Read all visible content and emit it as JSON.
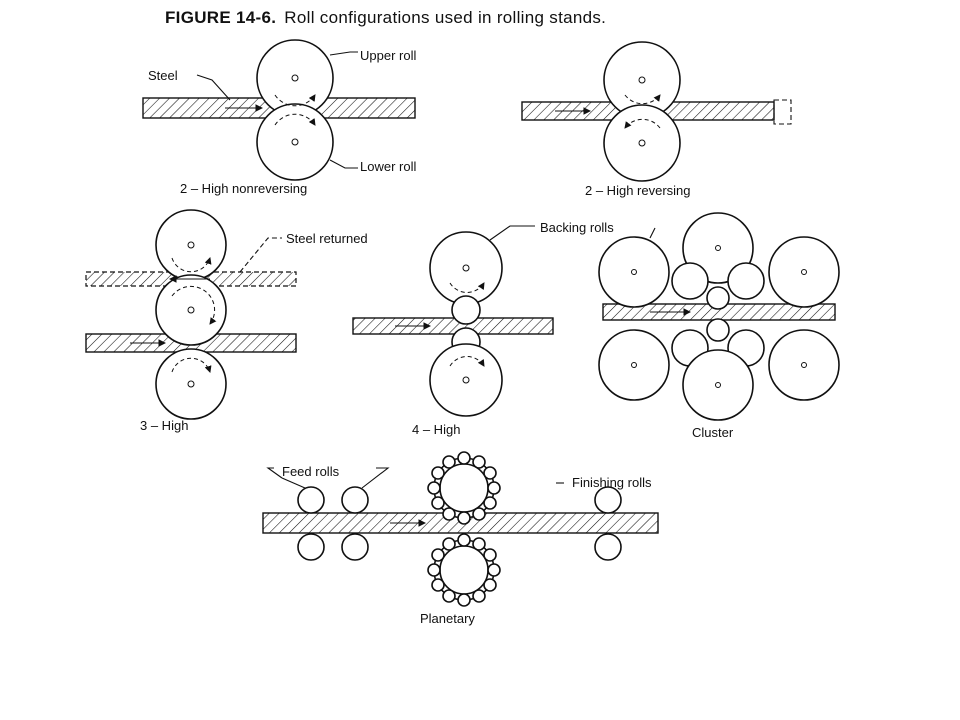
{
  "caption": {
    "figure_number": "FIGURE 14-6.",
    "title": "Roll configurations used in rolling stands."
  },
  "labels": {
    "steel": "Steel",
    "upper_roll": "Upper roll",
    "lower_roll": "Lower roll",
    "two_high_nonreversing": "2 – High nonreversing",
    "two_high_reversing": "2 – High reversing",
    "steel_returned": "Steel returned",
    "three_high": "3 – High",
    "backing_rolls": "Backing  rolls",
    "four_high": "4 – High",
    "cluster": "Cluster",
    "feed_rolls": "Feed rolls",
    "finishing_rolls": "Finishing rolls",
    "planetary": "Planetary"
  }
}
